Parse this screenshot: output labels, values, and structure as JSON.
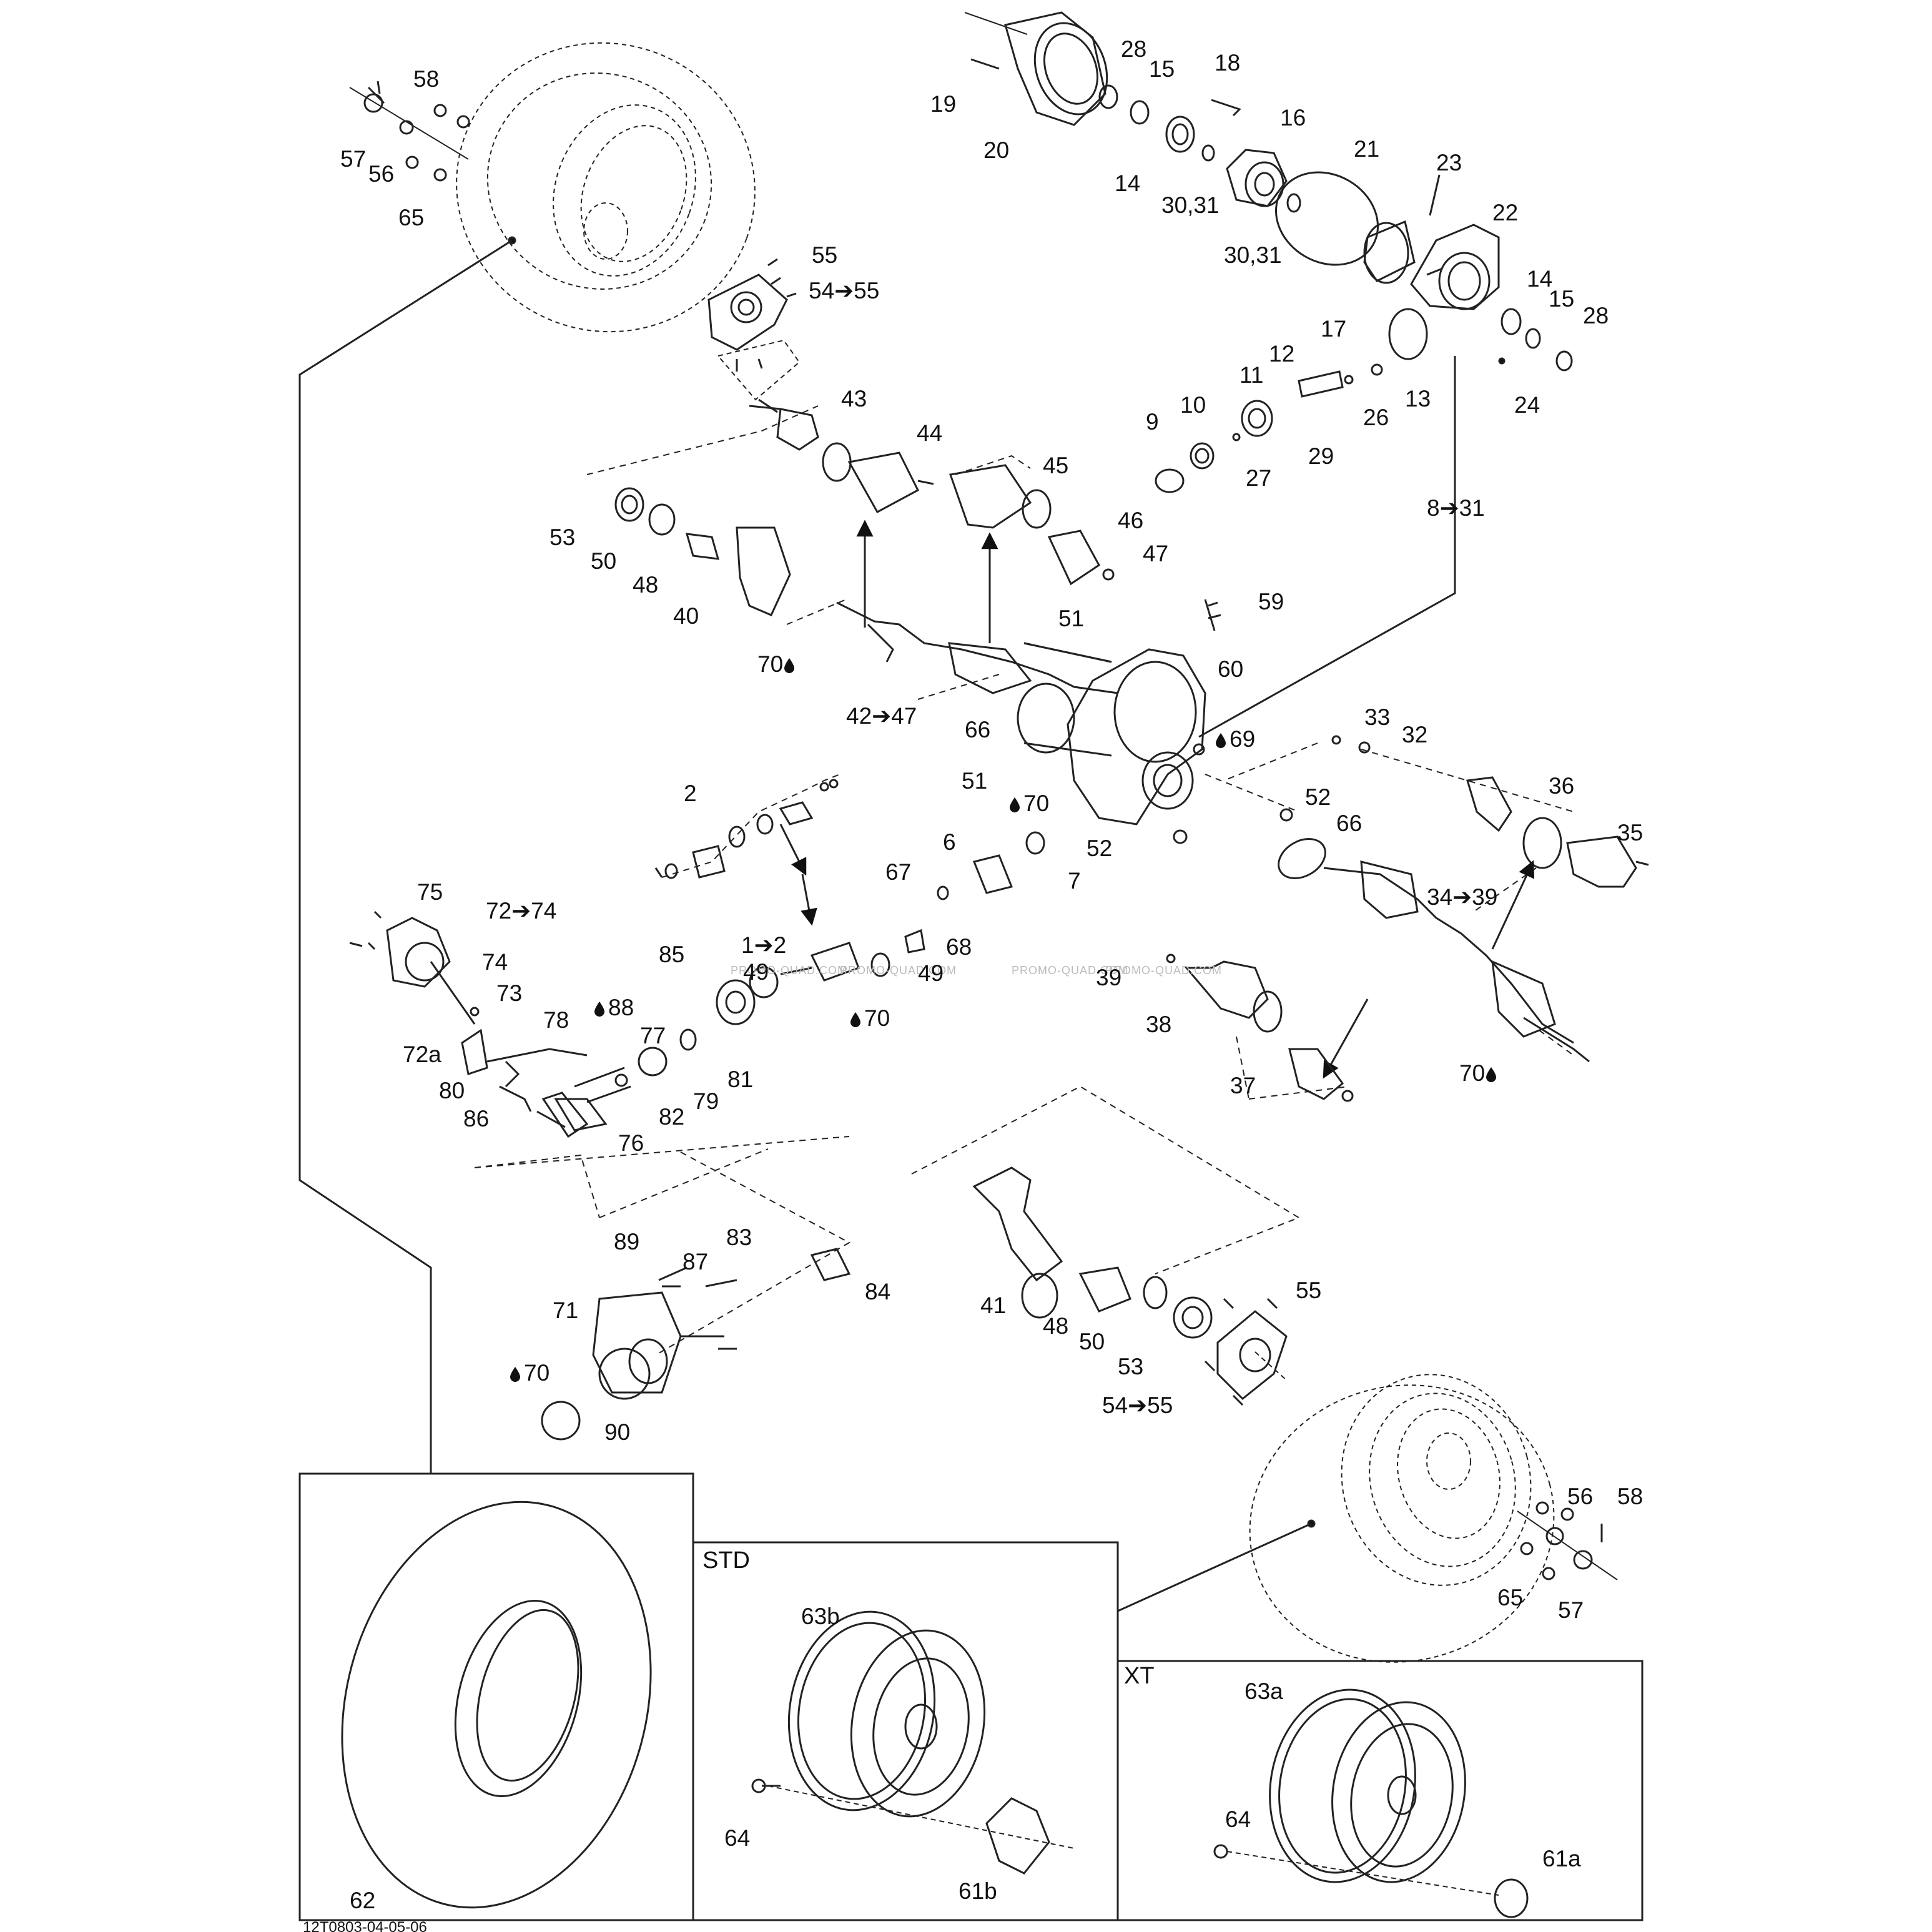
{
  "diagram": {
    "code": "12T0803-04-05-06",
    "watermark": "PROMO-QUAD.COM",
    "arrow_glyph": "➔",
    "drop_icon": "oil-drop-icon",
    "sections": {
      "std": "STD",
      "xt": "XT"
    }
  },
  "callouts": [
    {
      "id": "58-tl",
      "text": "58"
    },
    {
      "id": "57-tl",
      "text": "57"
    },
    {
      "id": "56-tl",
      "text": "56"
    },
    {
      "id": "65-tl",
      "text": "65"
    },
    {
      "id": "55-tl",
      "text": "55"
    },
    {
      "id": "54-55-tl",
      "text": "54➔55"
    },
    {
      "id": "19",
      "text": "19"
    },
    {
      "id": "20",
      "text": "20"
    },
    {
      "id": "28-t",
      "text": "28"
    },
    {
      "id": "15-t",
      "text": "15"
    },
    {
      "id": "18",
      "text": "18"
    },
    {
      "id": "16",
      "text": "16"
    },
    {
      "id": "14-t",
      "text": "14"
    },
    {
      "id": "30-31-a",
      "text": "30,31"
    },
    {
      "id": "21",
      "text": "21"
    },
    {
      "id": "23",
      "text": "23"
    },
    {
      "id": "30-31-b",
      "text": "30,31"
    },
    {
      "id": "22",
      "text": "22"
    },
    {
      "id": "17",
      "text": "17"
    },
    {
      "id": "14-r",
      "text": "14"
    },
    {
      "id": "15-r",
      "text": "15"
    },
    {
      "id": "28-r",
      "text": "28"
    },
    {
      "id": "24",
      "text": "24"
    },
    {
      "id": "12",
      "text": "12"
    },
    {
      "id": "11",
      "text": "11"
    },
    {
      "id": "13",
      "text": "13"
    },
    {
      "id": "26",
      "text": "26"
    },
    {
      "id": "10",
      "text": "10"
    },
    {
      "id": "9",
      "text": "9"
    },
    {
      "id": "29",
      "text": "29"
    },
    {
      "id": "27",
      "text": "27"
    },
    {
      "id": "8-31",
      "text": "8➔31"
    },
    {
      "id": "43",
      "text": "43"
    },
    {
      "id": "44",
      "text": "44"
    },
    {
      "id": "45",
      "text": "45"
    },
    {
      "id": "46",
      "text": "46"
    },
    {
      "id": "47",
      "text": "47"
    },
    {
      "id": "53-l",
      "text": "53"
    },
    {
      "id": "50-l",
      "text": "50"
    },
    {
      "id": "48-l",
      "text": "48"
    },
    {
      "id": "40",
      "text": "40"
    },
    {
      "id": "70-a",
      "text": "70"
    },
    {
      "id": "42-47",
      "text": "42➔47"
    },
    {
      "id": "51-a",
      "text": "51"
    },
    {
      "id": "59",
      "text": "59"
    },
    {
      "id": "60",
      "text": "60"
    },
    {
      "id": "66-a",
      "text": "66"
    },
    {
      "id": "69",
      "text": "69"
    },
    {
      "id": "33",
      "text": "33"
    },
    {
      "id": "32",
      "text": "32"
    },
    {
      "id": "51-b",
      "text": "51"
    },
    {
      "id": "70-b",
      "text": "70"
    },
    {
      "id": "52-a",
      "text": "52"
    },
    {
      "id": "52-b",
      "text": "52"
    },
    {
      "id": "66-b",
      "text": "66"
    },
    {
      "id": "36",
      "text": "36"
    },
    {
      "id": "35",
      "text": "35"
    },
    {
      "id": "2",
      "text": "2"
    },
    {
      "id": "6",
      "text": "6"
    },
    {
      "id": "7",
      "text": "7"
    },
    {
      "id": "67",
      "text": "67"
    },
    {
      "id": "68",
      "text": "68"
    },
    {
      "id": "34-39",
      "text": "34➔39"
    },
    {
      "id": "75",
      "text": "75"
    },
    {
      "id": "72-74",
      "text": "72➔74"
    },
    {
      "id": "74",
      "text": "74"
    },
    {
      "id": "73",
      "text": "73"
    },
    {
      "id": "1-2",
      "text": "1➔2"
    },
    {
      "id": "49-a",
      "text": "49"
    },
    {
      "id": "49-b",
      "text": "49"
    },
    {
      "id": "85",
      "text": "85"
    },
    {
      "id": "88",
      "text": "88"
    },
    {
      "id": "77",
      "text": "77"
    },
    {
      "id": "78",
      "text": "78"
    },
    {
      "id": "70-c",
      "text": "70"
    },
    {
      "id": "39",
      "text": "39"
    },
    {
      "id": "38",
      "text": "38"
    },
    {
      "id": "37",
      "text": "37"
    },
    {
      "id": "70-d",
      "text": "70"
    },
    {
      "id": "72a",
      "text": "72a"
    },
    {
      "id": "80",
      "text": "80"
    },
    {
      "id": "86",
      "text": "86"
    },
    {
      "id": "81",
      "text": "81"
    },
    {
      "id": "79",
      "text": "79"
    },
    {
      "id": "82",
      "text": "82"
    },
    {
      "id": "76",
      "text": "76"
    },
    {
      "id": "89",
      "text": "89"
    },
    {
      "id": "87",
      "text": "87"
    },
    {
      "id": "83",
      "text": "83"
    },
    {
      "id": "84",
      "text": "84"
    },
    {
      "id": "71",
      "text": "71"
    },
    {
      "id": "70-e",
      "text": "70"
    },
    {
      "id": "90",
      "text": "90"
    },
    {
      "id": "41",
      "text": "41"
    },
    {
      "id": "48-b",
      "text": "48"
    },
    {
      "id": "50-b",
      "text": "50"
    },
    {
      "id": "53-b",
      "text": "53"
    },
    {
      "id": "55-b",
      "text": "55"
    },
    {
      "id": "54-55-b",
      "text": "54➔55"
    },
    {
      "id": "56-b",
      "text": "56"
    },
    {
      "id": "58-b",
      "text": "58"
    },
    {
      "id": "65-b",
      "text": "65"
    },
    {
      "id": "57-b",
      "text": "57"
    },
    {
      "id": "62",
      "text": "62"
    },
    {
      "id": "63b",
      "text": "63b"
    },
    {
      "id": "64-std",
      "text": "64"
    },
    {
      "id": "61b",
      "text": "61b"
    },
    {
      "id": "63a",
      "text": "63a"
    },
    {
      "id": "64-xt",
      "text": "64"
    },
    {
      "id": "61a",
      "text": "61a"
    }
  ]
}
